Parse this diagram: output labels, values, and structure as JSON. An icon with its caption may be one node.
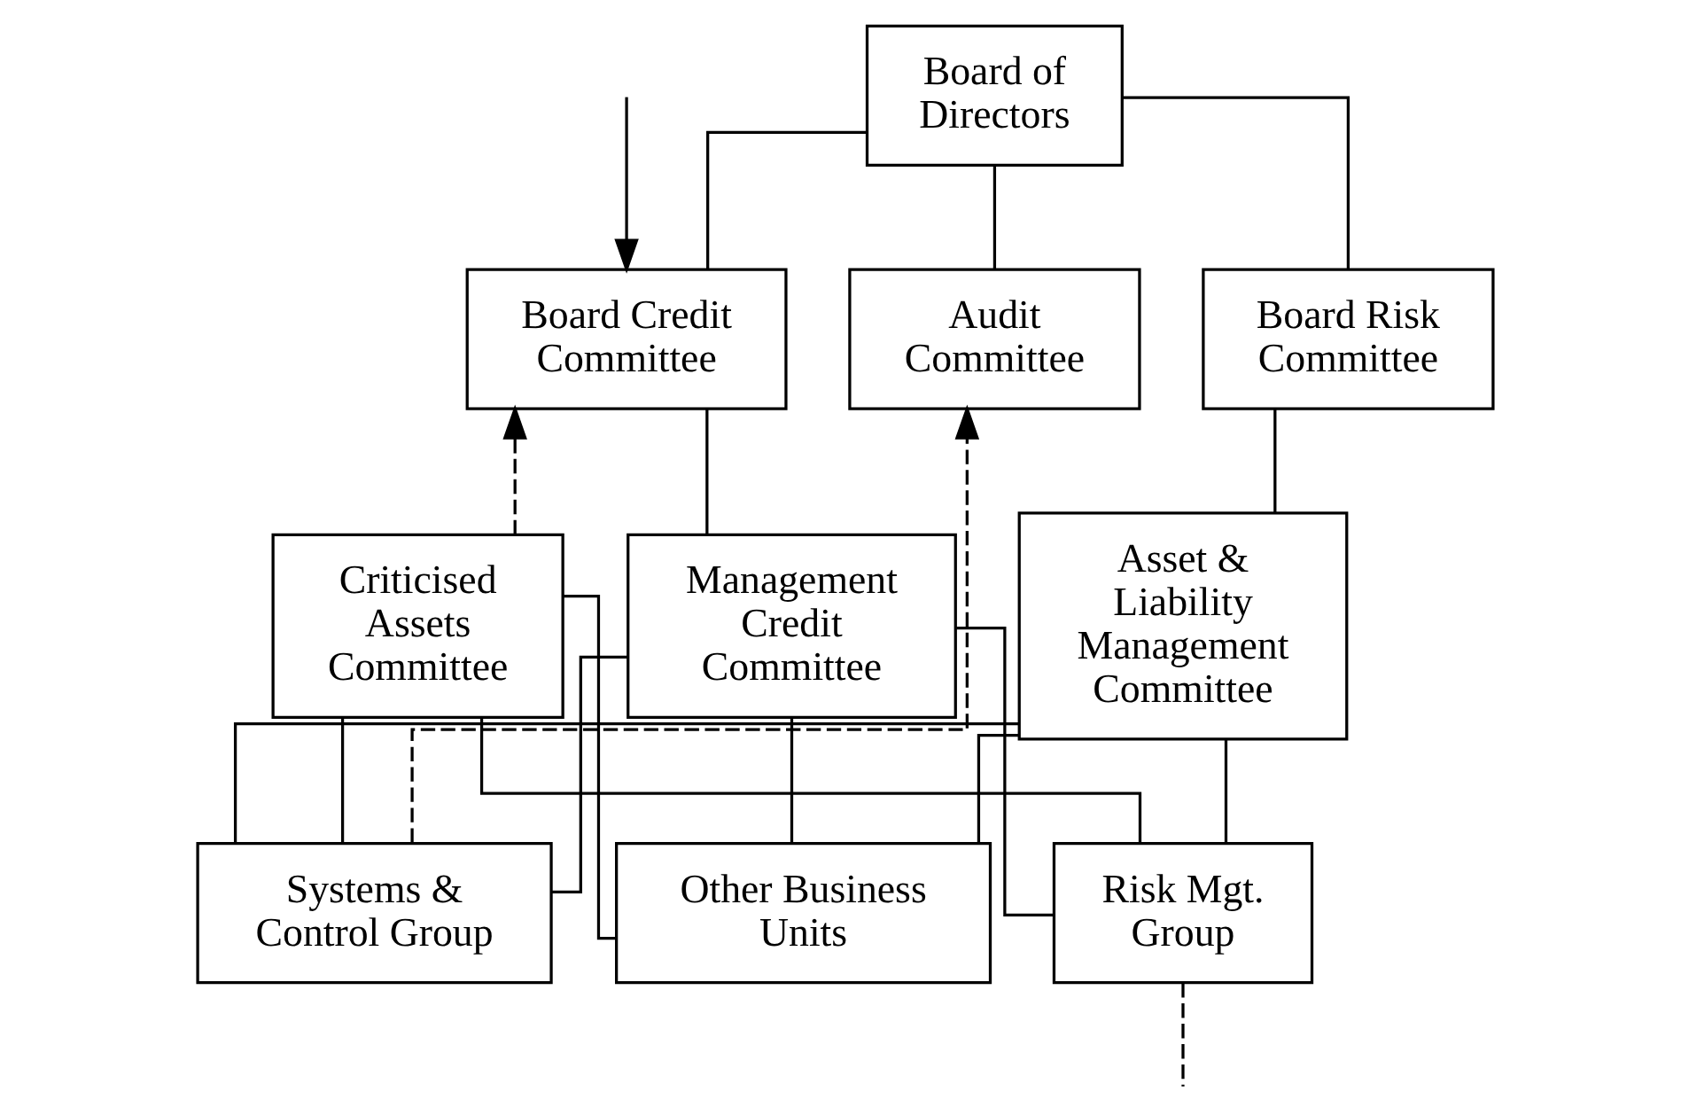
{
  "diagram": {
    "nodes": [
      {
        "text": [
          "Board of Directors"
        ]
      },
      {
        "text": [
          "Audit Committee"
        ]
      },
      {
        "text": [
          "Board Risk Committee"
        ]
      },
      {
        "text": [
          "Board Credit Committee"
        ]
      },
      {
        "text": [
          "Criticised Assets Committee"
        ]
      },
      {
        "text": [
          "Asset & Liability Management Committee"
        ]
      },
      {
        "text": [
          "Management Credit Committee"
        ]
      },
      {
        "text": [
          "Systems & Control Group"
        ]
      },
      {
        "text": [
          "Other Business Units"
        ]
      },
      {
        "text": [
          "Risk Mgt. Group"
        ]
      }
    ],
    "edges": [
      {
        "from": 0,
        "to": 1,
        "arrow": "none"
      },
      {
        "from": 0,
        "to": 2,
        "arrow": "none"
      },
      {
        "from": 0,
        "to": 3,
        "arrow": "none"
      },
      {
        "from": 2,
        "to": 5,
        "arrow": "none"
      },
      {
        "from": 3,
        "to": 6,
        "arrow": "none"
      },
      {
        "from": 4,
        "to": 3,
        "arrow": "to",
        "style": "dashed"
      },
      {
        "from": 4,
        "to": 7,
        "arrow": "none"
      },
      {
        "from": 4,
        "to": 8,
        "arrow": "none"
      },
      {
        "from": 4,
        "to": 9,
        "arrow": "none"
      },
      {
        "from": 5,
        "to": 7,
        "arrow": "none"
      },
      {
        "from": 5,
        "to": 8,
        "arrow": "none"
      },
      {
        "from": 5,
        "to": 9,
        "arrow": "none"
      },
      {
        "from": 6,
        "to": 7,
        "arrow": "none"
      },
      {
        "from": 6,
        "to": 8,
        "arrow": "none"
      },
      {
        "from": 6,
        "to": 9,
        "arrow": "none"
      },
      {
        "from": 7,
        "to": 1,
        "arrow": "to",
        "style": "dashed"
      },
      {
        "from": 9,
        "to": null,
        "arrow": "none",
        "style": "dashed"
      },
      {
        "from": null,
        "to": 3,
        "arrow": "to"
      }
    ]
  }
}
